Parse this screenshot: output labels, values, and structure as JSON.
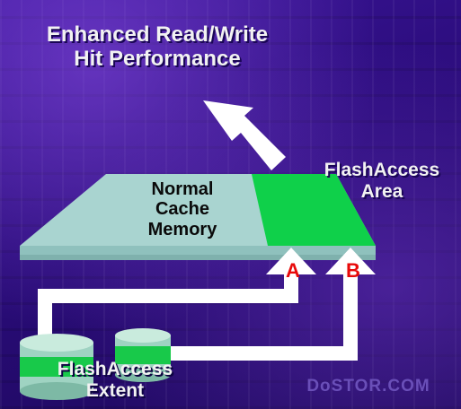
{
  "title": {
    "line1": "Enhanced Read/Write",
    "line2": "Hit Performance"
  },
  "cache": {
    "line1": "Normal",
    "line2": "Cache",
    "line3": "Memory"
  },
  "flash_area": {
    "line1": "FlashAccess",
    "line2": "Area"
  },
  "extent": {
    "line1": "FlashAccess",
    "line2": "Extent"
  },
  "paths": {
    "a": "A",
    "b": "B"
  },
  "watermark": "DoSTOR.COM",
  "colors": {
    "cache_layer": "#a9d4d0",
    "flash_area": "#0fd04a",
    "arrows": "#ffffff",
    "path_labels": "#e80a0a",
    "text": "#f2f2f2"
  }
}
